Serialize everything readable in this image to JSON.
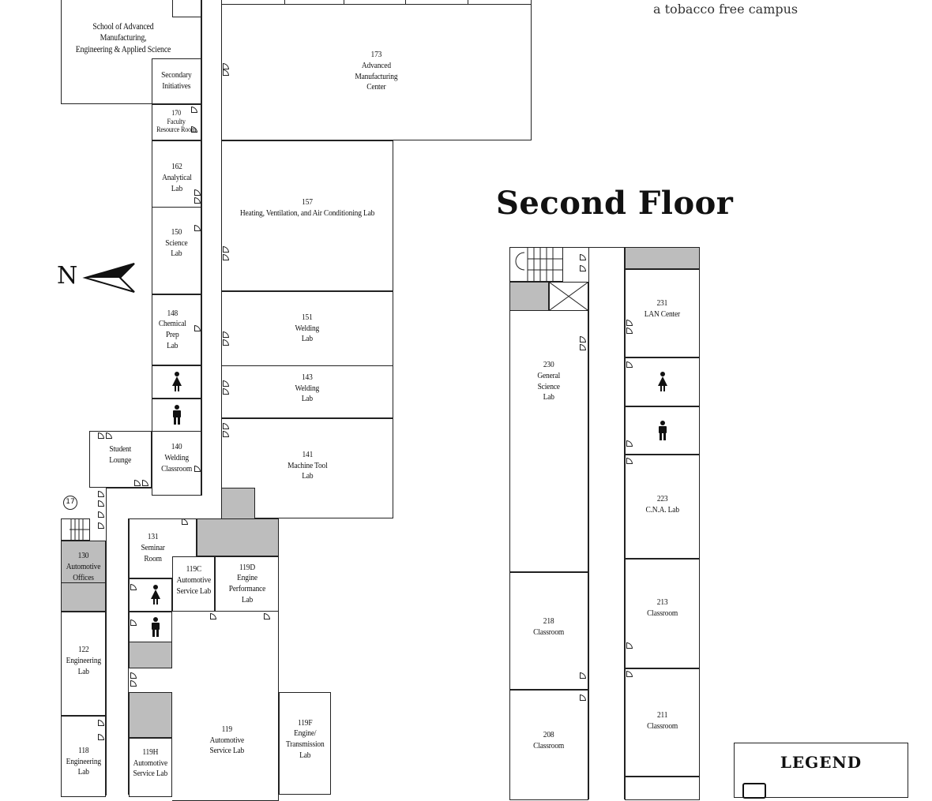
{
  "header": {
    "tagline": "a tobacco free campus",
    "floor_title": "Second Floor",
    "north_label": "N",
    "entrance_marker": "17"
  },
  "legend": {
    "title": "LEGEND"
  },
  "first_floor_rooms": {
    "school": "School of Advanced Manufacturing,\nEngineering & Applied Science",
    "secondary": "Secondary\nInitiatives",
    "r170": "170\nFaculty\nResource Room",
    "r173": "173\nAdvanced\nManufacturing\nCenter",
    "r162": "162\nAnalytical\nLab",
    "r157": "157\nHeating, Ventilation, and Air Conditioning Lab",
    "r150": "150\nScience\nLab",
    "r148": "148\nChemical\nPrep\nLab",
    "r151": "151\nWelding\nLab",
    "r143": "143\nWelding\nLab",
    "r141": "141\nMachine Tool\nLab",
    "lounge": "Student\nLounge",
    "r140": "140\nWelding\nClassroom",
    "r131": "131\nSeminar\nRoom",
    "r130": "130\nAutomotive\nOffices",
    "r119c": "119C\nAutomotive\nService Lab",
    "r119d": "119D\nEngine\nPerformance\nLab",
    "r122": "122\nEngineering\nLab",
    "r119": "119\nAutomotive\nService Lab",
    "r119f": "119F\nEngine/\nTransmission\nLab",
    "r118": "118\nEngineering\nLab",
    "r119h": "119H\nAutomotive\nService Lab"
  },
  "second_floor_rooms": {
    "r231": "231\nLAN Center",
    "r230": "230\nGeneral\nScience\nLab",
    "r223": "223\nC.N.A. Lab",
    "r218": "218\nClassroom",
    "r213": "213\nClassroom",
    "r211": "211\nClassroom",
    "r208": "208\nClassroom"
  },
  "icons": {
    "women": "women-restroom-icon",
    "men": "men-restroom-icon",
    "north": "north-arrow-icon"
  }
}
